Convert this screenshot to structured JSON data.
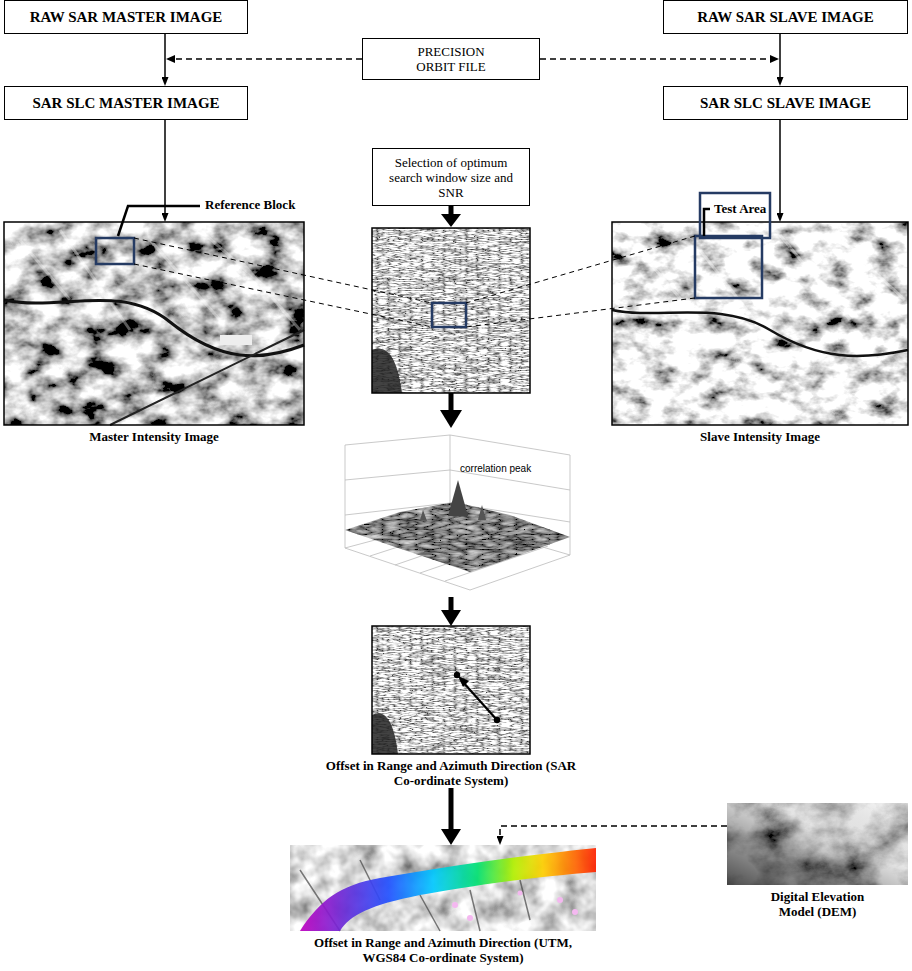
{
  "diagram": {
    "nodes": [
      {
        "text": [
          "RAW SAR MASTER IMAGE"
        ]
      },
      {
        "text": [
          "PRECISION ORBIT FILE"
        ]
      },
      {
        "text": [
          "RAW SAR SLAVE IMAGE"
        ]
      },
      {
        "text": [
          "SAR SLC MASTER IMAGE"
        ]
      },
      {
        "text": [
          "SAR SLC SLAVE IMAGE"
        ]
      },
      {
        "text": [
          "Selection of optimum search window size and SNR"
        ]
      },
      {
        "text": [
          "Master Intensity Image"
        ]
      },
      {
        "text": [
          "Slave Intensity Image"
        ]
      },
      {
        "text": [
          "correlation peak"
        ]
      },
      {
        "text": [
          "Offset in Range and Azimuth Direction (SAR Co-ordinate System)"
        ]
      },
      {
        "text": [
          "Digital Elevation Model (DEM)"
        ]
      },
      {
        "text": [
          "Offset in Range and Azimuth Direction (UTM, WGS84 Co-ordinate System)"
        ]
      }
    ],
    "edges": [
      {
        "from": 0,
        "to": 3,
        "arrow": "to"
      },
      {
        "from": 2,
        "to": 4,
        "arrow": "to"
      },
      {
        "from": 3,
        "to": 6,
        "arrow": "to"
      },
      {
        "from": 4,
        "to": 7,
        "arrow": "to"
      },
      {
        "from": 8,
        "to": 9,
        "arrow": "to"
      },
      {
        "from": 9,
        "to": 11,
        "arrow": "to"
      },
      {
        "from": 10,
        "to": 11,
        "arrow": "to"
      }
    ],
    "labels": [
      "Reference Block",
      "Test Area"
    ]
  }
}
